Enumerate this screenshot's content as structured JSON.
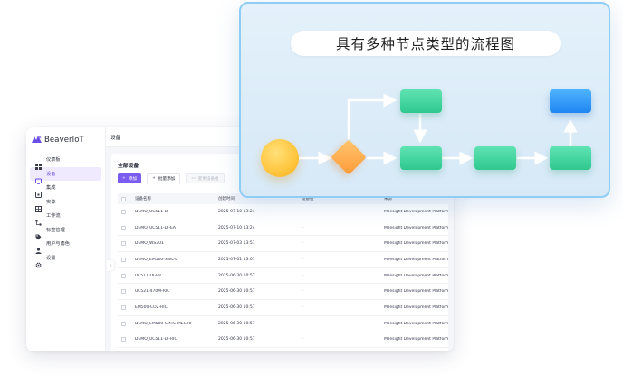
{
  "app": {
    "logo_text": "BeaverIoT",
    "breadcrumb": "设备",
    "sidebar": {
      "items": [
        {
          "label": "仪表板",
          "icon": "dashboard-icon",
          "active": false
        },
        {
          "label": "设备",
          "icon": "device-icon",
          "active": true
        },
        {
          "label": "集成",
          "icon": "integration-icon",
          "active": false
        },
        {
          "label": "实体",
          "icon": "entity-icon",
          "active": false
        },
        {
          "label": "工作流",
          "icon": "workflow-icon",
          "active": false
        },
        {
          "label": "标签管理",
          "icon": "tag-icon",
          "active": false
        },
        {
          "label": "用户与角色",
          "icon": "user-icon",
          "active": false
        },
        {
          "label": "设置",
          "icon": "settings-icon",
          "active": false
        }
      ]
    },
    "card_title": "全部设备",
    "toolbar": {
      "add_label": "添加",
      "batch_add_label": "批量添加",
      "change_group_label": "变更设备组"
    },
    "table": {
      "headers": [
        "设备名称",
        "创建时间",
        "设备组",
        "来源"
      ],
      "rows": [
        {
          "name": "DEMO_UC511-DI",
          "time": "2025-07-10 13:24",
          "group": "-",
          "source": "Milesight Development Platform"
        },
        {
          "name": "DEMO_UC511-DI-EA",
          "time": "2025-07-10 13:24",
          "group": "-",
          "source": "Milesight Development Platform"
        },
        {
          "name": "DEMO_WS301",
          "time": "2025-07-03 13:51",
          "group": "-",
          "source": "Milesight Development Platform"
        },
        {
          "name": "DEMO_EM500-SWL-L",
          "time": "2025-07-01 13:01",
          "group": "-",
          "source": "Milesight Development Platform"
        },
        {
          "name": "UC511-DI-RIC",
          "time": "2025-06-30 10:57",
          "group": "-",
          "source": "Milesight Development Platform"
        },
        {
          "name": "UC521-470M-RIC",
          "time": "2025-06-30 10:57",
          "group": "-",
          "source": "Milesight Development Platform"
        },
        {
          "name": "EM500-CO2-RIC",
          "time": "2025-06-30 10:57",
          "group": "-",
          "source": "Milesight Development Platform"
        },
        {
          "name": "DEMO_EM500-SMTC-MEC20",
          "time": "2025-06-30 10:57",
          "group": "-",
          "source": "Milesight Development Platform"
        },
        {
          "name": "DEMO_UC511-DI-RIC",
          "time": "2025-06-30 10:57",
          "group": "-",
          "source": "Milesight Development Platform"
        }
      ]
    }
  },
  "flow": {
    "title": "具有多种节点类型的流程图",
    "colors": {
      "start": "#ffc53d",
      "condition": "#ff9b3a",
      "process": "#2fc88f",
      "end": "#1f86f2",
      "border": "#8fcdf5"
    }
  }
}
